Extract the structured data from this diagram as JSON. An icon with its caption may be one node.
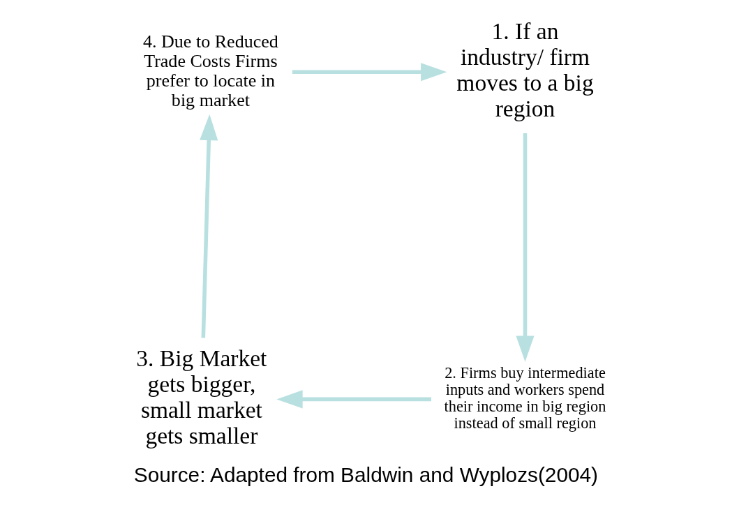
{
  "diagram": {
    "caption": "Source: Adapted from Baldwin and Wyplozs(2004)",
    "nodes": [
      {
        "text": [
          "4. Due to Reduced Trade Costs Firms prefer to locate in big market"
        ]
      },
      {
        "text": [
          "1. If an industry/ firm moves to a big region"
        ]
      },
      {
        "text": [
          "2. Firms buy intermediate inputs and workers spend their income in big region instead of small region"
        ]
      },
      {
        "text": [
          "3. Big Market gets bigger, small market gets smaller"
        ]
      }
    ],
    "edges": [
      {
        "from": 0,
        "to": 1,
        "arrow": "to"
      },
      {
        "from": 1,
        "to": 2,
        "arrow": "to"
      },
      {
        "from": 2,
        "to": 3,
        "arrow": "to"
      },
      {
        "from": 3,
        "to": 0,
        "arrow": "to"
      }
    ]
  }
}
